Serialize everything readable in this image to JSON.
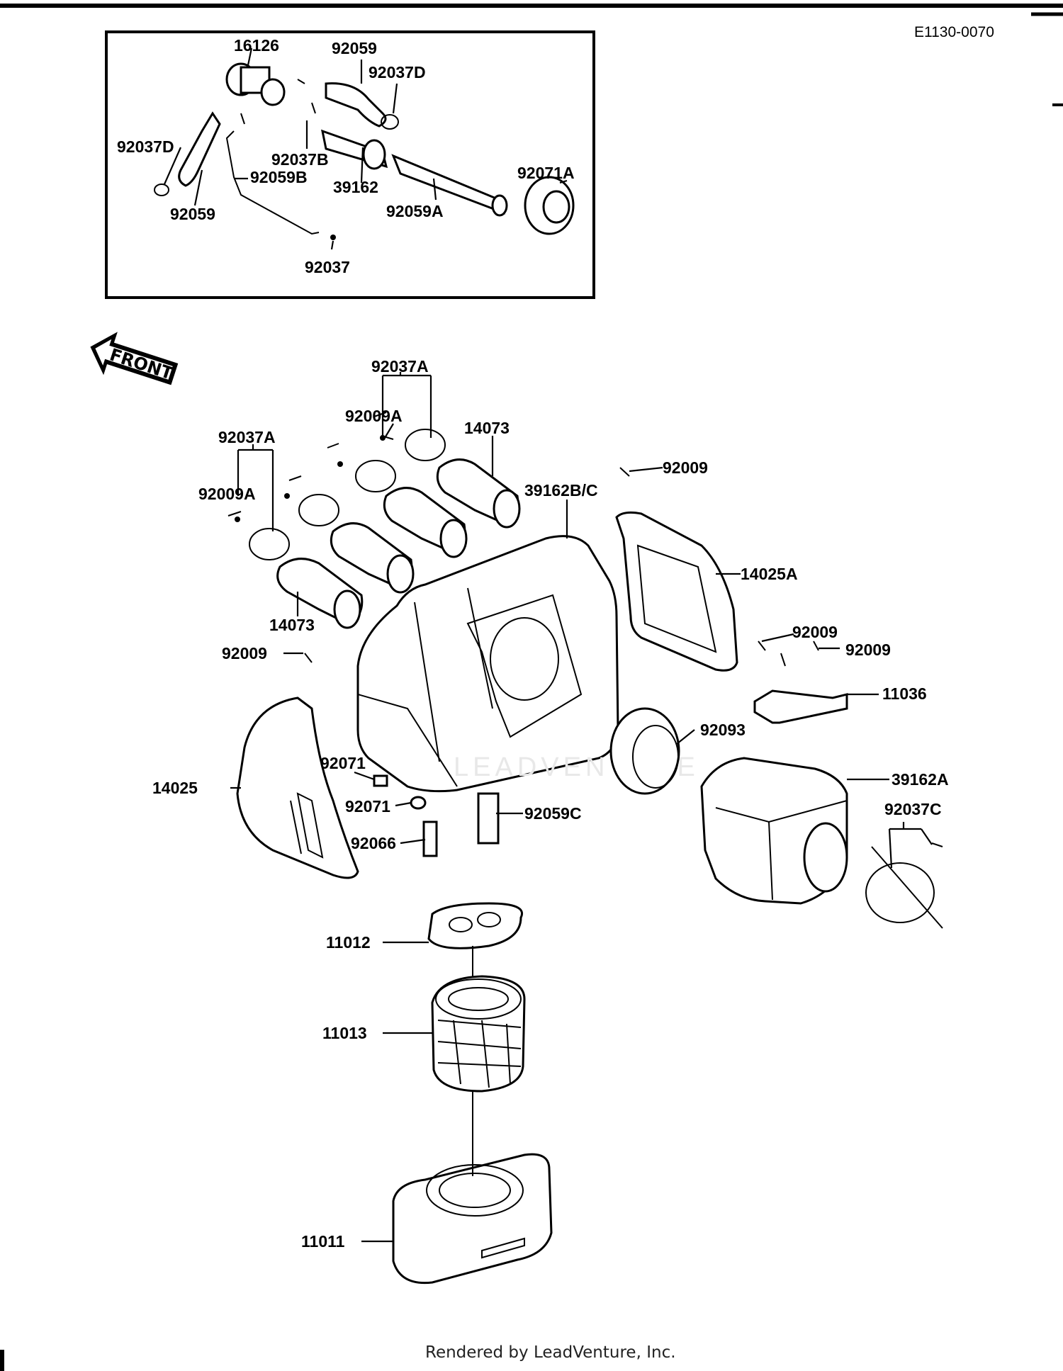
{
  "diagram_code": "E1130-0070",
  "footer": "Rendered by LeadVenture, Inc.",
  "front_arrow_label": "FRONT",
  "watermark": "LEADVENTURE",
  "callouts": {
    "p16126": "16126",
    "p92059_top": "92059",
    "p92037D_top": "92037D",
    "p92037D_left": "92037D",
    "p92037B": "92037B",
    "p92059B": "92059B",
    "p39162": "39162",
    "p92071A": "92071A",
    "p92059_left": "92059",
    "p92059A": "92059A",
    "p92037": "92037",
    "p92037A_top": "92037A",
    "p92009A_top": "92009A",
    "p14073_top": "14073",
    "p92009_top": "92009",
    "p39162BC": "39162B/C",
    "p92037A_left": "92037A",
    "p92009A_left": "92009A",
    "p14025A": "14025A",
    "p14073_bottom": "14073",
    "p92009_mid1": "92009",
    "p92009_mid2": "92009",
    "p92009_left": "92009",
    "p11036": "11036",
    "p92093": "92093",
    "p92071_a": "92071",
    "p39162A": "39162A",
    "p14025": "14025",
    "p92071_b": "92071",
    "p92059C": "92059C",
    "p92037C": "92037C",
    "p92066": "92066",
    "p11012": "11012",
    "p11013": "11013",
    "p11011": "11011"
  }
}
